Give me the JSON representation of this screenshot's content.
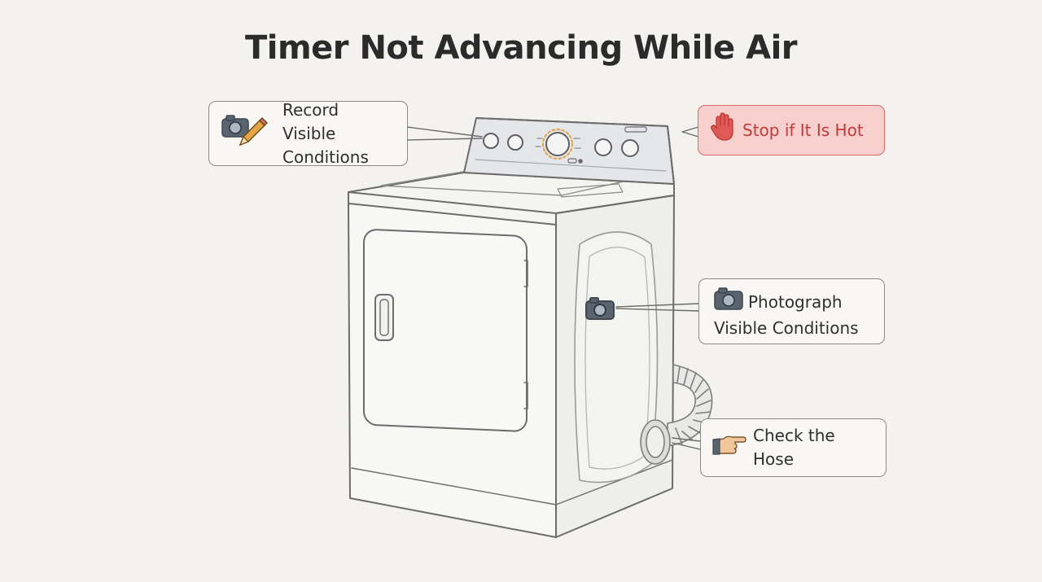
{
  "title": "Timer Not Advancing While Air",
  "callouts": {
    "record": {
      "line1": "Record Visible",
      "line2": "Conditions",
      "icons": [
        "camera-icon",
        "pencil-icon"
      ]
    },
    "stop": {
      "label": "Stop if It Is Hot",
      "icon": "hand-stop-icon",
      "color": "#c33b37"
    },
    "photo": {
      "line1": "Photograph",
      "line2": "Visible Conditions",
      "icon": "camera-icon"
    },
    "hose": {
      "label": "Check the Hose",
      "icon": "pointing-hand-icon"
    }
  },
  "colors": {
    "background": "#f3f2ee",
    "warning_fill": "#f7cfcd",
    "warning_border": "#d86a66",
    "outline": "#6e6e6e"
  }
}
